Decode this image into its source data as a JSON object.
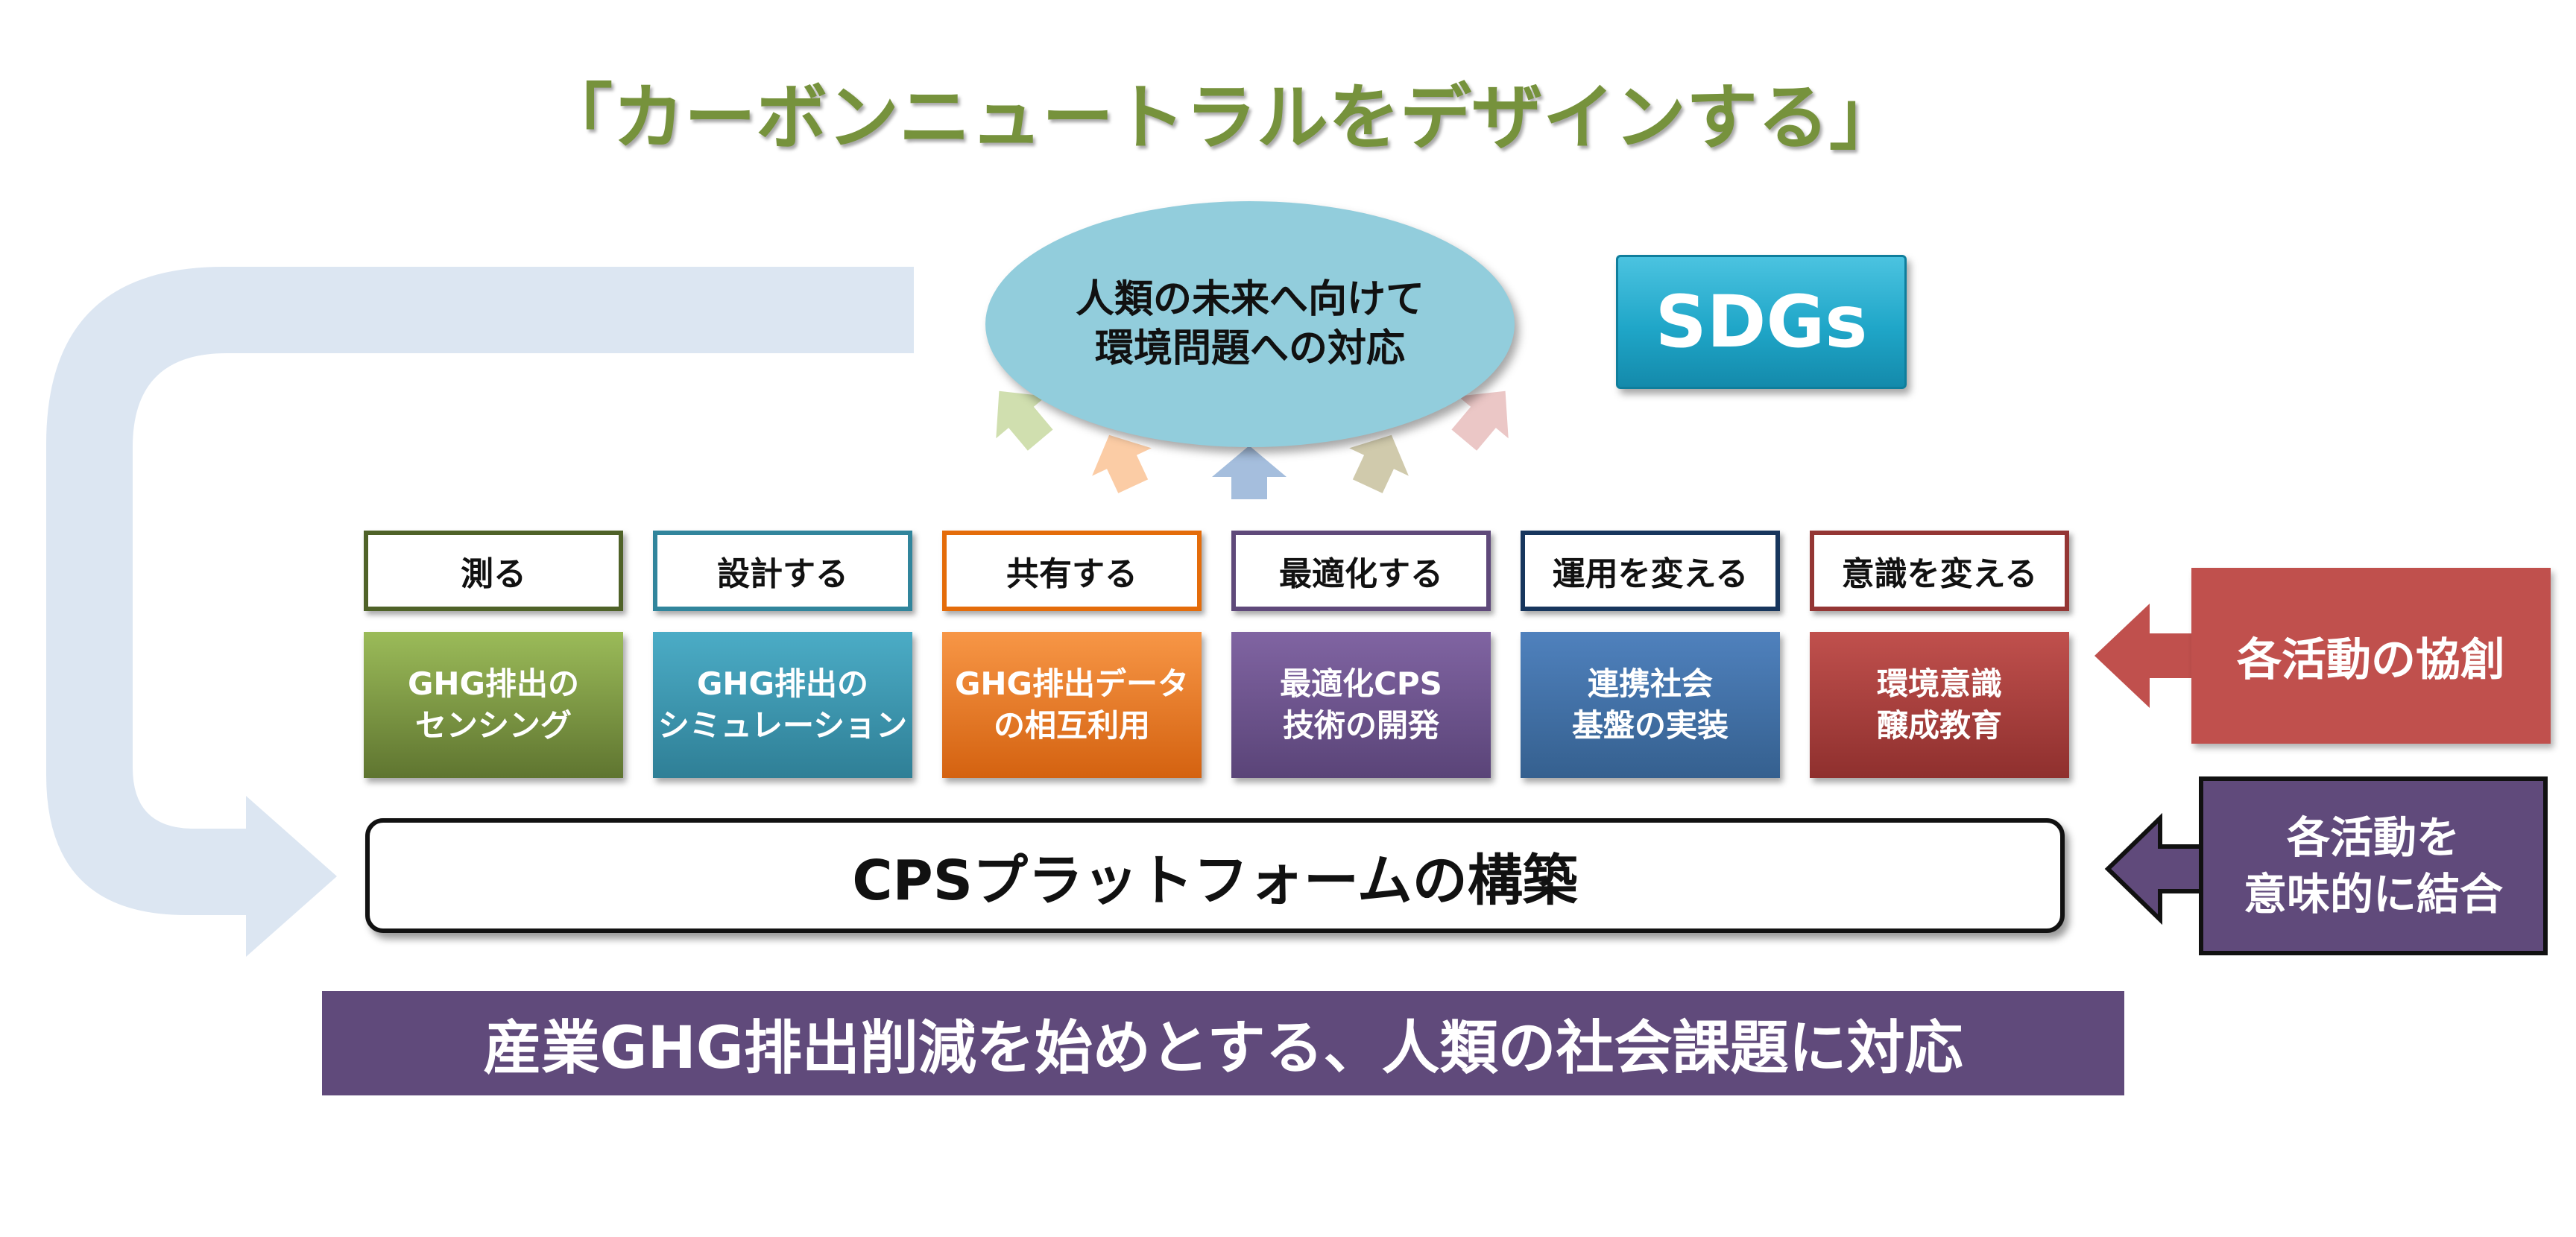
{
  "title": "「カーボンニュートラルをデザインする」",
  "goal": {
    "line1": "人類の未来へ向けて",
    "line2": "環境問題への対応"
  },
  "sdgs": "SDGs",
  "activities": [
    {
      "label": "測る",
      "line1": "GHG排出の",
      "line2": "センシング",
      "border": "#4f6228",
      "top": "#9bbb59",
      "bottom": "#5f7530"
    },
    {
      "label": "設計する",
      "line1": "GHG排出の",
      "line2": "シミュレーション",
      "border": "#31859c",
      "top": "#4bacc6",
      "bottom": "#2f7f96"
    },
    {
      "label": "共有する",
      "line1": "GHG排出データ",
      "line2": "の相互利用",
      "border": "#e46c0a",
      "top": "#f79646",
      "bottom": "#d46210"
    },
    {
      "label": "最適化する",
      "line1": "最適化CPS",
      "line2": "技術の開発",
      "border": "#5f497a",
      "top": "#8064a2",
      "bottom": "#5a4478"
    },
    {
      "label": "運用を変える",
      "line1": "連携社会",
      "line2": "基盤の実装",
      "border": "#17365d",
      "top": "#4f81bd",
      "bottom": "#35608f"
    },
    {
      "label": "意識を変える",
      "line1": "環境意識",
      "line2": "醸成教育",
      "border": "#943634",
      "top": "#c0504d",
      "bottom": "#8f302e"
    }
  ],
  "platform": "CPSプラットフォームの構築",
  "bottom_banner": "産業GHG排出削減を始めとする、人類の社会課題に対応",
  "co_creation": "各活動の協創",
  "integration": {
    "line1": "各活動を",
    "line2": "意味的に結合"
  },
  "colors": {
    "title": "#76923c",
    "ellipse": "#92cddc",
    "purple": "#604a7b",
    "red": "#c0504d",
    "loop_arrow": "#dce6f2"
  }
}
